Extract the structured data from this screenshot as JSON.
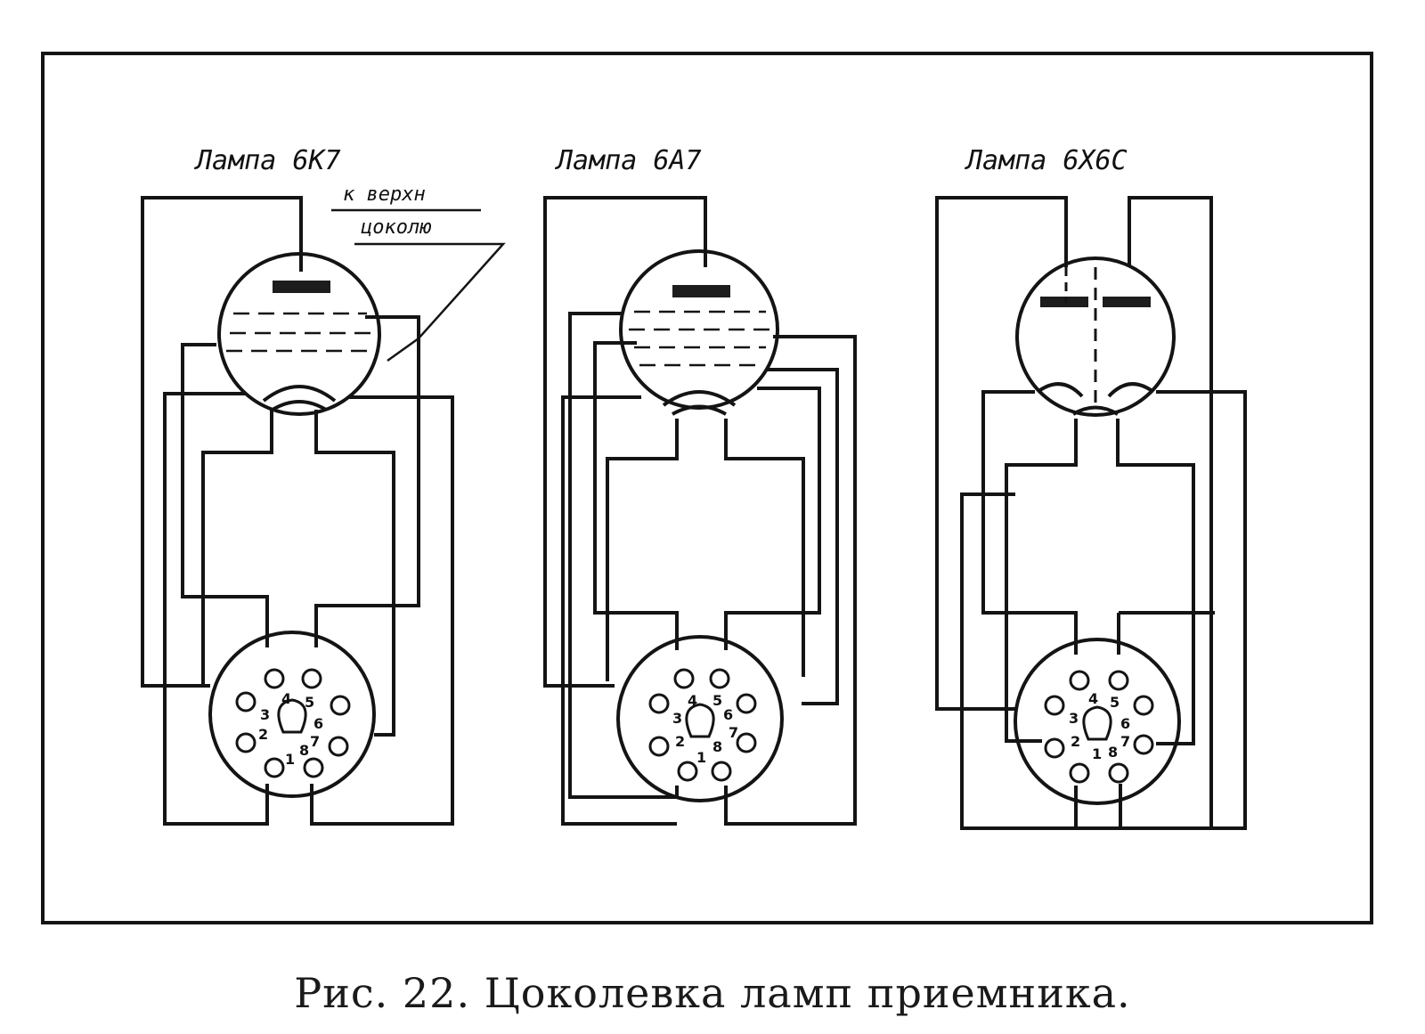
{
  "diagram": {
    "tubes": [
      {
        "label": "Лампа 6К7",
        "note_line1": "к верхн",
        "note_line2": "цоколю",
        "pins": [
          "1",
          "2",
          "3",
          "4",
          "5",
          "6",
          "7",
          "8"
        ]
      },
      {
        "label": "Лампа 6А7",
        "pins": [
          "1",
          "2",
          "3",
          "4",
          "5",
          "6",
          "7",
          "8"
        ]
      },
      {
        "label": "Лампа 6Х6С",
        "pins": [
          "1",
          "2",
          "3",
          "4",
          "5",
          "6",
          "7",
          "8"
        ]
      }
    ]
  },
  "caption": "Рис. 22. Цоколевка ламп приемника."
}
